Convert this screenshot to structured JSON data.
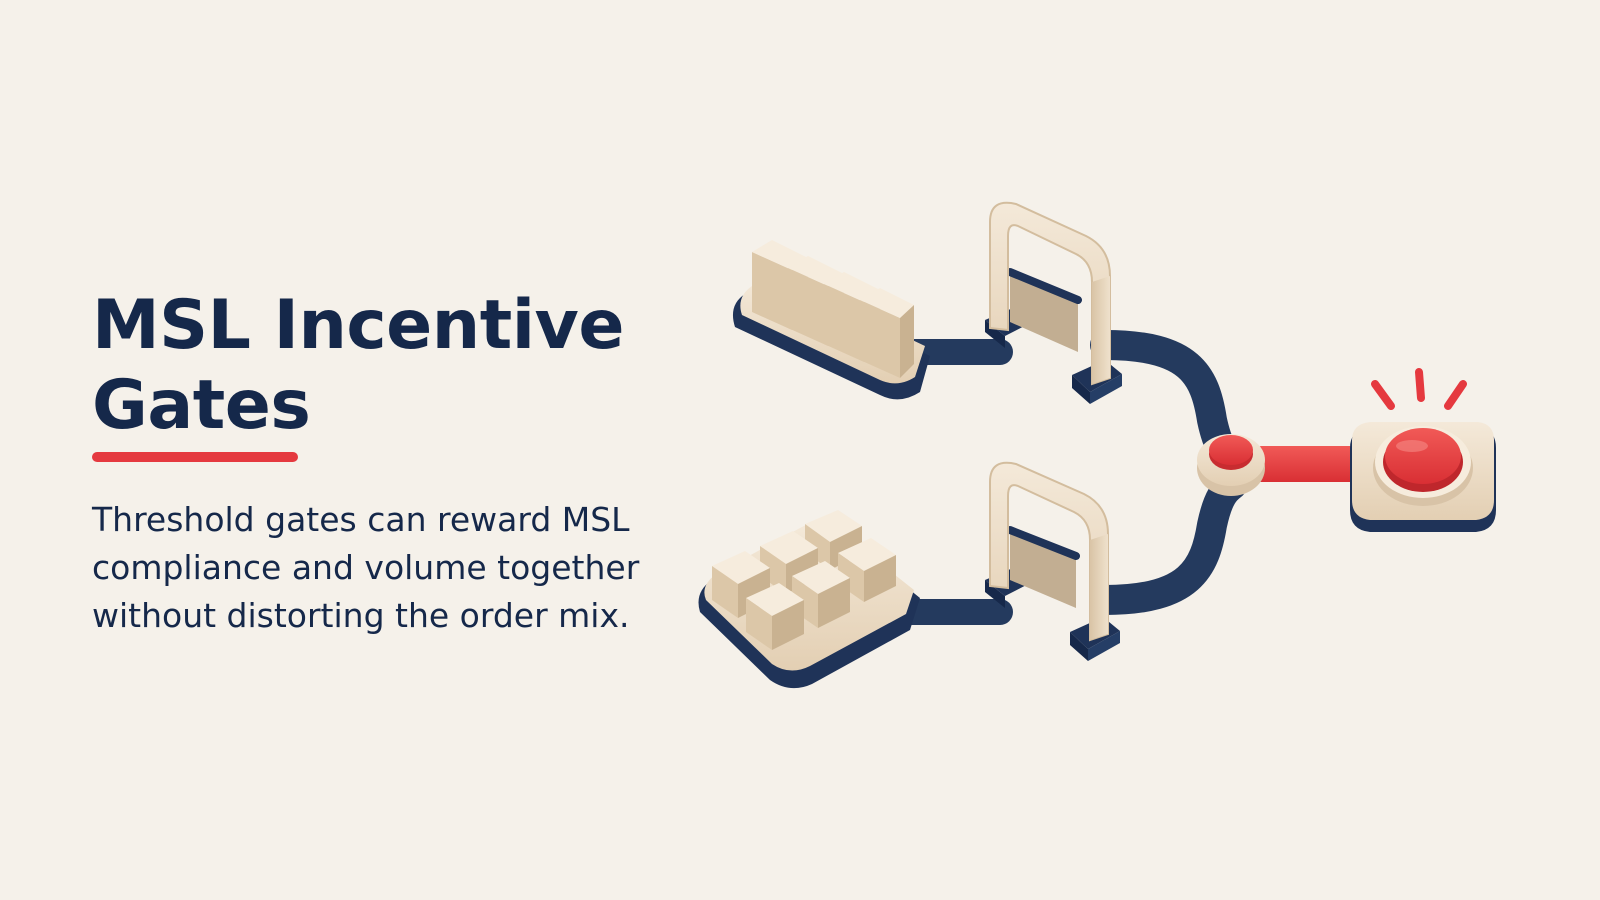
{
  "slide": {
    "title_lines": [
      "MSL Incentive",
      "Gates"
    ],
    "subtitle_lines": [
      "Threshold gates can reward MSL",
      "compliance and volume together",
      "without distorting the order mix."
    ]
  },
  "colors": {
    "background": "#f5f1ea",
    "navy": "#15284a",
    "accent_red": "#e5393f",
    "beige": "#efe1cc",
    "beige_shadow": "#d8c3a7"
  },
  "icons": {
    "top_stock": "standing-blocks-icon",
    "bottom_stock": "cube-stack-icon",
    "gate": "gate-arch-icon",
    "alert": "alert-button-icon"
  }
}
